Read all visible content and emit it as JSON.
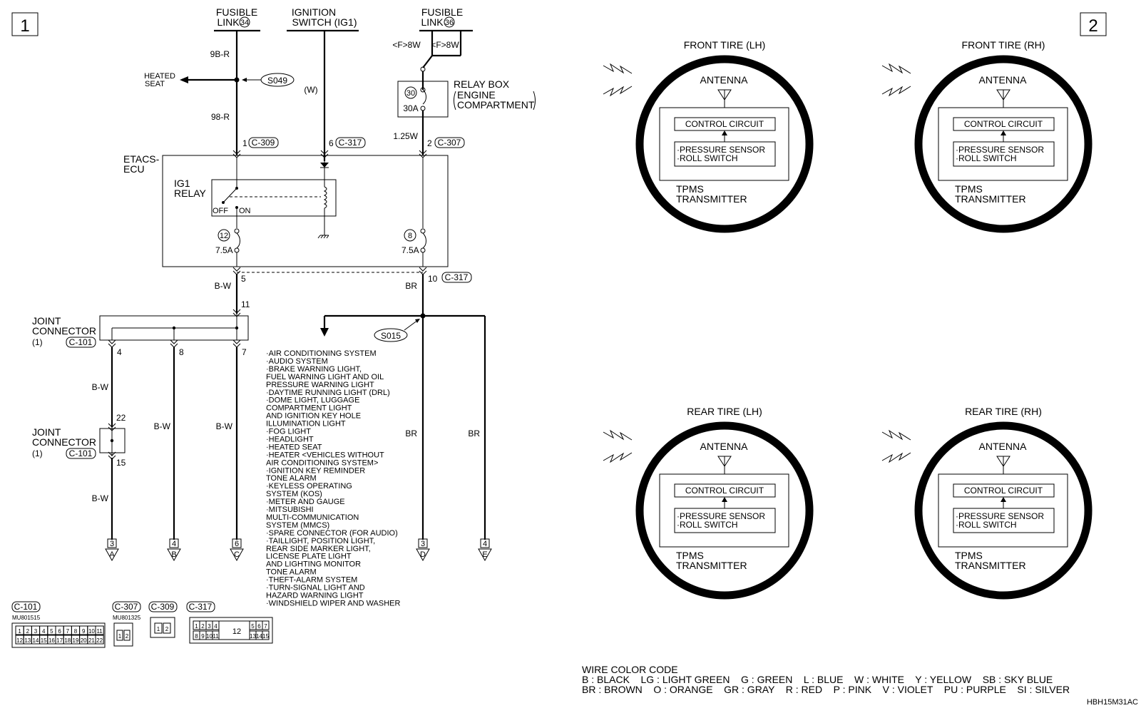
{
  "page_markers": [
    "1",
    "2"
  ],
  "power_sources": {
    "fusible_link_34": {
      "line1": "FUSIBLE",
      "line2": "LINK",
      "num": "34"
    },
    "ignition_switch": {
      "line1": "IGNITION",
      "line2": "SWITCH (IG1)"
    },
    "fusible_link_36": {
      "line1": "FUSIBLE",
      "line2": "LINK",
      "num": "36"
    }
  },
  "wires": {
    "w_9br": "9B-R",
    "w_98r": "98-R",
    "w_w": "(W)",
    "f8w_left": "<F>8W",
    "f8w_right": "<F>8W",
    "w_125w": "1.25W",
    "bw": "B-W",
    "br": "BR"
  },
  "heated_seat": {
    "line1": "HEATED",
    "line2": "SEAT"
  },
  "splices": {
    "s049": "S049",
    "s015": "S015"
  },
  "relay_box": {
    "title": "RELAY BOX",
    "sub1": "ENGINE",
    "sub2": "COMPARTMENT",
    "fuse_num": "30",
    "fuse_amp": "30A"
  },
  "etacs": {
    "line1": "ETACS-",
    "line2": "ECU",
    "relay_line1": "IG1",
    "relay_line2": "RELAY",
    "off": "OFF",
    "on": "ON",
    "fuse12": "12",
    "fuse12_amp": "7.5A",
    "fuse8": "8",
    "fuse8_amp": "7.5A"
  },
  "pins": {
    "p1": "1",
    "p6": "6",
    "p2": "2",
    "p5": "5",
    "p10": "10",
    "p11": "11",
    "p4": "4",
    "p8": "8",
    "p7": "7",
    "p22": "22",
    "p15": "15"
  },
  "connectors": {
    "c309": "C-309",
    "c317": "C-317",
    "c307": "C-307",
    "c101": "C-101"
  },
  "joint_connector": {
    "line1": "JOINT",
    "line2": "CONNECTOR",
    "line3": "(1)"
  },
  "terminals": [
    {
      "num": "3",
      "letter": "A"
    },
    {
      "num": "4",
      "letter": "B"
    },
    {
      "num": "6",
      "letter": "C"
    },
    {
      "num": "3",
      "letter": "D"
    },
    {
      "num": "4",
      "letter": "E"
    }
  ],
  "systems_list": [
    "·AIR CONDITIONING SYSTEM",
    "·AUDIO SYSTEM",
    "·BRAKE WARNING LIGHT,",
    " FUEL WARNING LIGHT AND OIL",
    " PRESSURE WARNING LIGHT",
    "·DAYTIME RUNNING LIGHT (DRL)",
    "·DOME LIGHT, LUGGAGE",
    " COMPARTMENT LIGHT",
    " AND IGNITION KEY HOLE",
    " ILLUMINATION LIGHT",
    "·FOG LIGHT",
    "·HEADLIGHT",
    "·HEATED SEAT",
    "·HEATER <VEHICLES WITHOUT",
    " AIR CONDITIONING SYSTEM>",
    "·IGNITION KEY REMINDER",
    " TONE ALARM",
    "·KEYLESS OPERATING",
    " SYSTEM (KOS)",
    "·METER AND GAUGE",
    "·MITSUBISHI",
    " MULTI-COMMUNICATION",
    " SYSTEM (MMCS)",
    "·SPARE CONNECTOR (FOR AUDIO)",
    "·TAILLIGHT, POSITION LIGHT,",
    " REAR SIDE MARKER LIGHT,",
    " LICENSE PLATE LIGHT",
    " AND LIGHTING MONITOR",
    " TONE ALARM",
    "·THEFT-ALARM SYSTEM",
    "·TURN-SIGNAL LIGHT AND",
    " HAZARD WARNING LIGHT",
    "·WINDSHIELD WIPER AND WASHER"
  ],
  "connector_views": {
    "c101": {
      "label": "C-101",
      "part": "MU801515",
      "row1": [
        "1",
        "2",
        "3",
        "4",
        "5",
        "6",
        "7",
        "8",
        "9",
        "10",
        "11"
      ],
      "row2": [
        "12",
        "13",
        "14",
        "15",
        "16",
        "17",
        "18",
        "19",
        "20",
        "21",
        "22"
      ]
    },
    "c307": {
      "label": "C-307",
      "part": "MU801325",
      "pins": [
        "1",
        "2"
      ]
    },
    "c309": {
      "label": "C-309",
      "pins": [
        "1",
        "2"
      ]
    },
    "c317": {
      "label": "C-317",
      "row1a": [
        "1",
        "2",
        "3",
        "4"
      ],
      "row1b": [
        "5",
        "6",
        "7"
      ],
      "row2a": [
        "8",
        "9",
        "10",
        "11"
      ],
      "row2b": [
        "13",
        "14",
        "15"
      ],
      "center": "12"
    }
  },
  "tires": [
    {
      "title": "FRONT TIRE (LH)"
    },
    {
      "title": "FRONT TIRE (RH)"
    },
    {
      "title": "REAR TIRE (LH)"
    },
    {
      "title": "REAR TIRE (RH)"
    }
  ],
  "tire_common": {
    "antenna": "ANTENNA",
    "control": "CONTROL CIRCUIT",
    "sensor1": "·PRESSURE SENSOR",
    "sensor2": "·ROLL SWITCH",
    "tpms1": "TPMS",
    "tpms2": "TRANSMITTER"
  },
  "wire_color_code": {
    "title": "WIRE COLOR CODE",
    "line1": "B : BLACK    LG : LIGHT GREEN    G : GREEN    L : BLUE    W : WHITE    Y : YELLOW    SB : SKY BLUE",
    "line2": "BR : BROWN    O : ORANGE    GR : GRAY    R : RED    P : PINK    V : VIOLET    PU : PURPLE    SI : SILVER"
  },
  "figure_id": "HBH15M31AC"
}
